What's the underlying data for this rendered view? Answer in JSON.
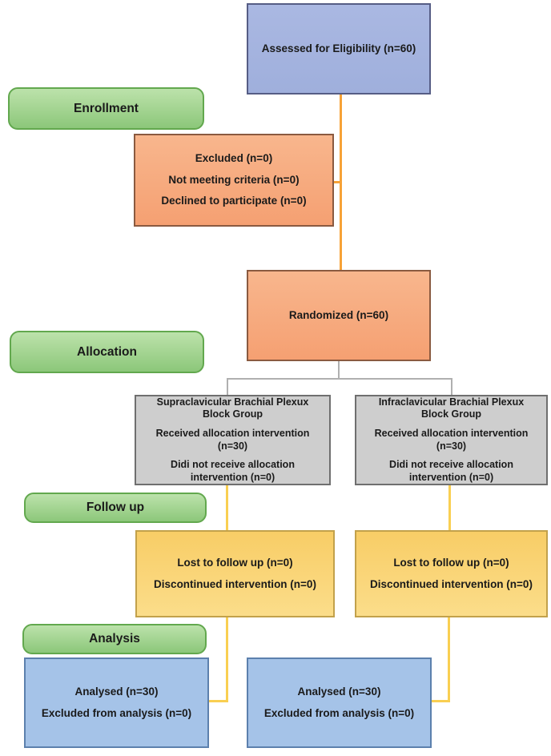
{
  "colors": {
    "page-bg": "#ffffff",
    "blue-top-fill": "#9fafdc",
    "blue-top-border": "#565d85",
    "orange-fill-top": "#f8b68d",
    "orange-fill-bottom": "#f5a072",
    "orange-border": "#8a5a40",
    "green-fill-top": "#bce2ab",
    "green-fill-bottom": "#8cc77a",
    "green-border": "#62a84e",
    "gray-fill": "#cecece",
    "gray-border": "#6f6f6f",
    "yellow-fill-top": "#f8cd66",
    "yellow-fill-bottom": "#fbdd8a",
    "yellow-border": "#c2a14b",
    "blue-bottom-fill": "#a5c3e8",
    "blue-bottom-border": "#5c80ad",
    "line-orange": "#f7a237",
    "line-gray": "#b0b0b0",
    "line-yellow": "#f9cf52",
    "text": "#1a1a1a"
  },
  "stages": {
    "enrollment": "Enrollment",
    "allocation": "Allocation",
    "followup": "Follow up",
    "analysis": "Analysis"
  },
  "boxes": {
    "assessed": {
      "line1": "Assessed for Eligibility (n=60)"
    },
    "excluded": {
      "line1": "Excluded (n=0)",
      "line2": "Not meeting criteria (n=0)",
      "line3": "Declined to participate (n=0)"
    },
    "randomized": {
      "line1": "Randomized (n=60)"
    },
    "allocation_left": {
      "title": "Supraclavicular Brachial Plexux Block Group",
      "line1": "Received allocation intervention (n=30)",
      "line2": "Didi not receive allocation intervention (n=0)"
    },
    "allocation_right": {
      "title": "Infraclavicular Brachial Plexux Block Group",
      "line1": "Received allocation intervention (n=30)",
      "line2": "Didi not receive allocation intervention (n=0)"
    },
    "followup_left": {
      "line1": "Lost to follow up (n=0)",
      "line2": "Discontinued intervention (n=0)"
    },
    "followup_right": {
      "line1": "Lost to follow up (n=0)",
      "line2": "Discontinued intervention (n=0)"
    },
    "analysis_left": {
      "line1": "Analysed (n=30)",
      "line2": "Excluded from analysis (n=0)"
    },
    "analysis_right": {
      "line1": "Analysed (n=30)",
      "line2": "Excluded from analysis (n=0)"
    }
  }
}
